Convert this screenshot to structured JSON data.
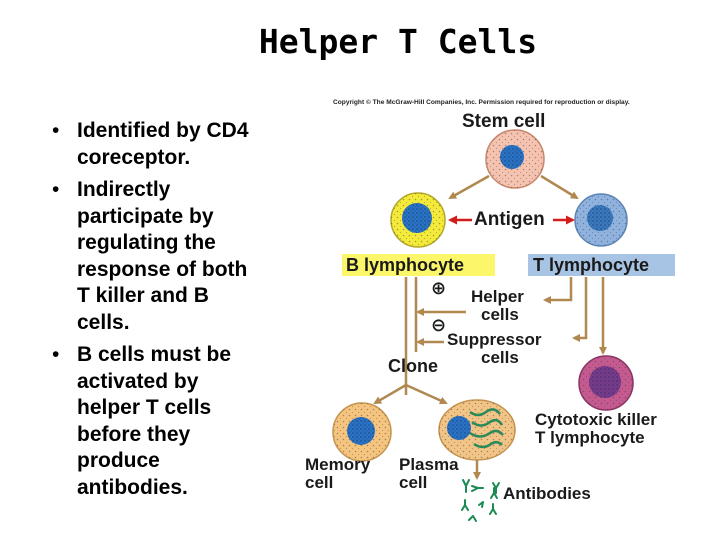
{
  "title": "Helper T Cells",
  "bullets": [
    "Identified by CD4 coreceptor.",
    "Indirectly participate by regulating the response of both T killer and B cells.",
    "B cells must be activated by helper T cells before they produce antibodies."
  ],
  "diagram": {
    "copyright": "Copyright © The McGraw-Hill Companies, Inc. Permission required for reproduction or display.",
    "stem_cell": "Stem cell",
    "antigen": "Antigen",
    "b_lymphocyte": "B lymphocyte",
    "t_lymphocyte": "T lymphocyte",
    "plus_sign": "⊕",
    "minus_sign": "⊖",
    "helper_line1": "Helper",
    "helper_line2": "cells",
    "suppressor_line1": "Suppressor",
    "suppressor_line2": "cells",
    "clone": "Clone",
    "memory_line1": "Memory",
    "memory_line2": "cell",
    "plasma_line1": "Plasma",
    "plasma_line2": "cell",
    "antibodies": "Antibodies",
    "cytotoxic_line1": "Cytotoxic killer",
    "cytotoxic_line2": "T lymphocyte"
  },
  "colors": {
    "arrow": "#b08850",
    "antigen_arrow": "#d21d1d",
    "b_highlight": "#fbf66a",
    "t_highlight": "#a7c4e4",
    "b_cell": "#f4ea3a",
    "t_cell": "#8fb3de",
    "stem_cell": "#f5c3b0",
    "cytotoxic_cell": "#c45a90",
    "memory_cell": "#f5c47e",
    "plasma_cell": "#f2c486",
    "nucleus": "#2a73c4",
    "antibody": "#1c8a55"
  }
}
